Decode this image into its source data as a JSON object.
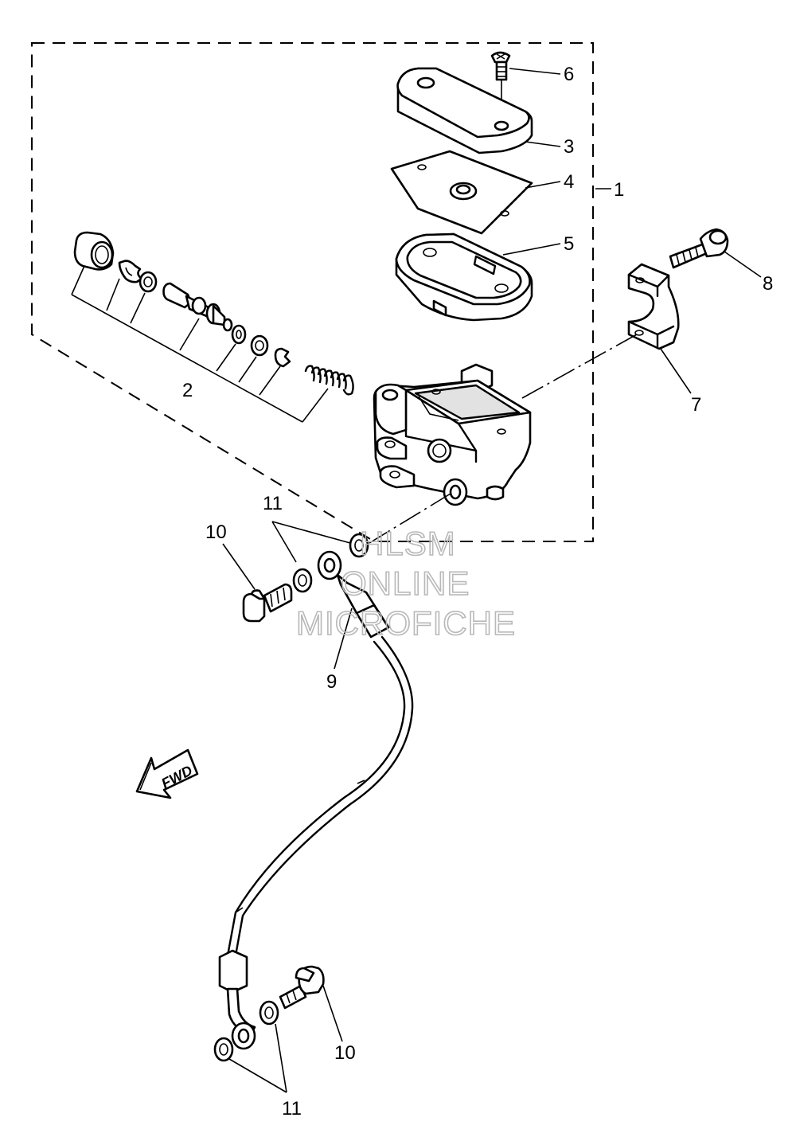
{
  "callouts": {
    "c1": "1",
    "c2": "2",
    "c3": "3",
    "c4": "4",
    "c5": "5",
    "c6": "6",
    "c7": "7",
    "c8": "8",
    "c9": "9",
    "c10a": "10",
    "c10b": "10",
    "c11a": "11",
    "c11b": "11"
  },
  "direction_label": "FWD",
  "watermark": {
    "line1": "HLSM",
    "line2": "ONLINE",
    "line3": "MICROFICHE"
  }
}
